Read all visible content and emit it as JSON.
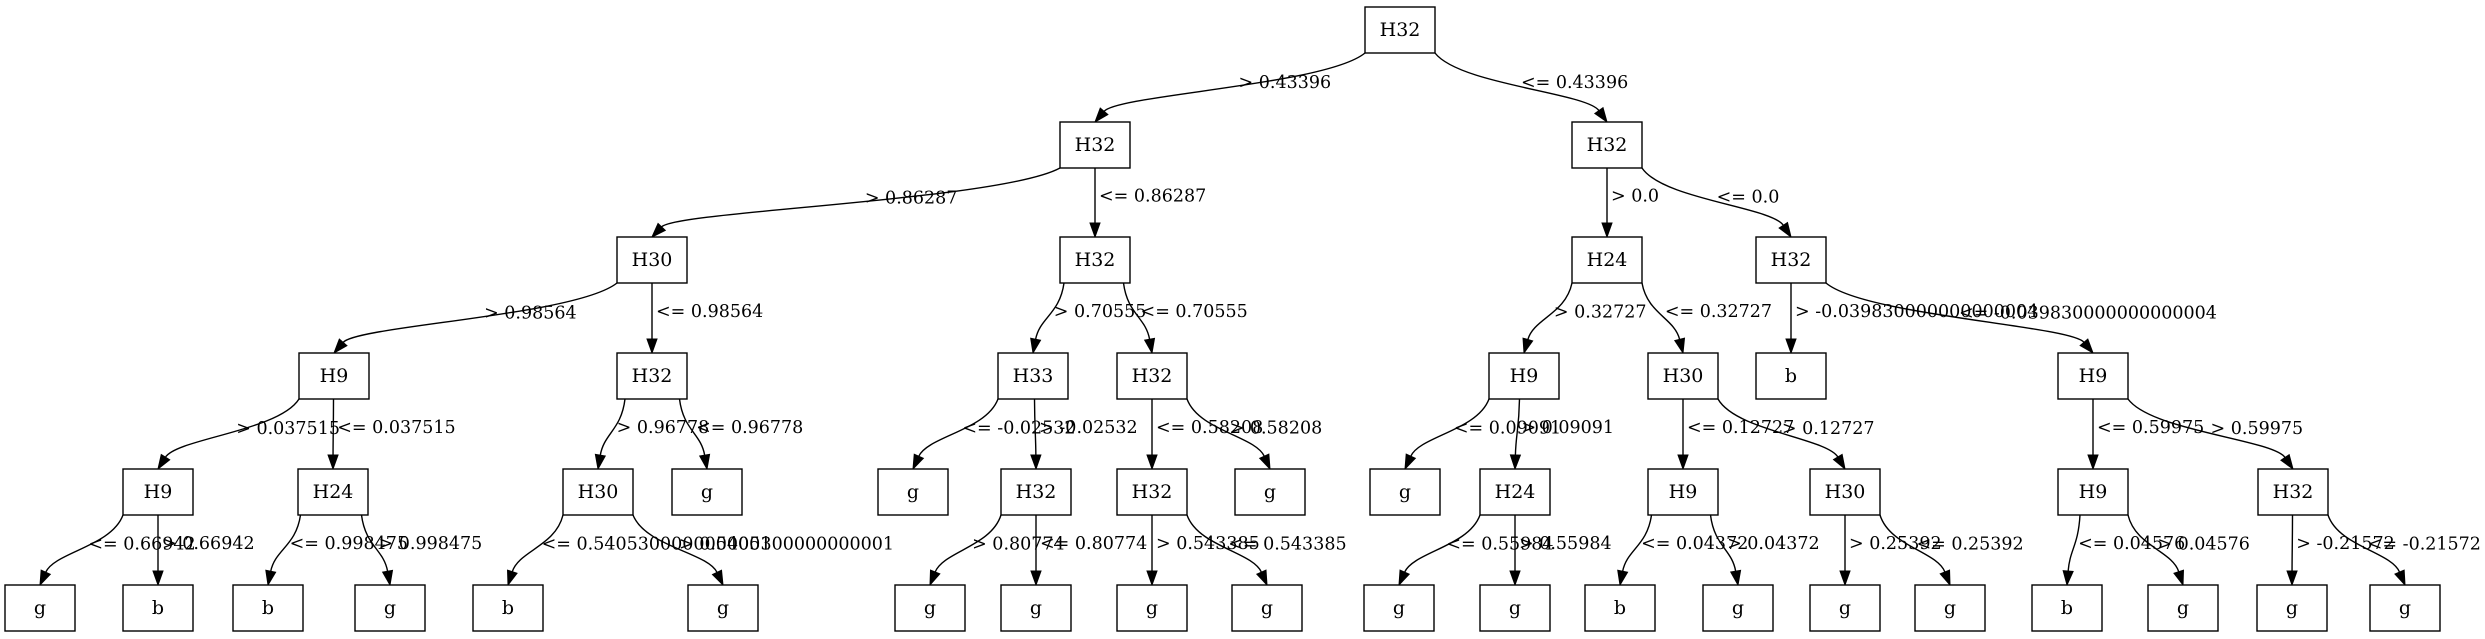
{
  "tree": {
    "nodes": [
      {
        "id": "n0",
        "label": "H32"
      },
      {
        "id": "n1",
        "label": "H32"
      },
      {
        "id": "n2",
        "label": "H32"
      },
      {
        "id": "n3",
        "label": "H30"
      },
      {
        "id": "n4",
        "label": "H32"
      },
      {
        "id": "n5",
        "label": "H24"
      },
      {
        "id": "n6",
        "label": "H32"
      },
      {
        "id": "n7",
        "label": "H9"
      },
      {
        "id": "n8",
        "label": "H32"
      },
      {
        "id": "n9",
        "label": "H33"
      },
      {
        "id": "n10",
        "label": "H32"
      },
      {
        "id": "n11",
        "label": "H9"
      },
      {
        "id": "n12",
        "label": "H30"
      },
      {
        "id": "n13",
        "label": "b"
      },
      {
        "id": "n14",
        "label": "H9"
      },
      {
        "id": "n15",
        "label": "H9"
      },
      {
        "id": "n16",
        "label": "H24"
      },
      {
        "id": "n17",
        "label": "H30"
      },
      {
        "id": "n18",
        "label": "g"
      },
      {
        "id": "n19",
        "label": "g"
      },
      {
        "id": "n20",
        "label": "H32"
      },
      {
        "id": "n21",
        "label": "H32"
      },
      {
        "id": "n22",
        "label": "g"
      },
      {
        "id": "n23",
        "label": "g"
      },
      {
        "id": "n24",
        "label": "H24"
      },
      {
        "id": "n25",
        "label": "H9"
      },
      {
        "id": "n26",
        "label": "H30"
      },
      {
        "id": "n27",
        "label": "H9"
      },
      {
        "id": "n28",
        "label": "H32"
      },
      {
        "id": "n29",
        "label": "g"
      },
      {
        "id": "n30",
        "label": "b"
      },
      {
        "id": "n31",
        "label": "b"
      },
      {
        "id": "n32",
        "label": "g"
      },
      {
        "id": "n33",
        "label": "b"
      },
      {
        "id": "n34",
        "label": "g"
      },
      {
        "id": "n35",
        "label": "g"
      },
      {
        "id": "n36",
        "label": "g"
      },
      {
        "id": "n37",
        "label": "g"
      },
      {
        "id": "n38",
        "label": "g"
      },
      {
        "id": "n39",
        "label": "g"
      },
      {
        "id": "n40",
        "label": "g"
      },
      {
        "id": "n41",
        "label": "b"
      },
      {
        "id": "n42",
        "label": "g"
      },
      {
        "id": "n43",
        "label": "g"
      },
      {
        "id": "n44",
        "label": "g"
      },
      {
        "id": "n45",
        "label": "b"
      },
      {
        "id": "n46",
        "label": "g"
      },
      {
        "id": "n47",
        "label": "g"
      },
      {
        "id": "n48",
        "label": "g"
      }
    ],
    "edges": [
      {
        "from": "n0",
        "to": "n1",
        "label": "> 0.43396"
      },
      {
        "from": "n0",
        "to": "n2",
        "label": "<= 0.43396"
      },
      {
        "from": "n1",
        "to": "n3",
        "label": "> 0.86287"
      },
      {
        "from": "n1",
        "to": "n4",
        "label": "<= 0.86287"
      },
      {
        "from": "n2",
        "to": "n5",
        "label": "> 0.0"
      },
      {
        "from": "n2",
        "to": "n6",
        "label": "<= 0.0"
      },
      {
        "from": "n3",
        "to": "n7",
        "label": "> 0.98564"
      },
      {
        "from": "n3",
        "to": "n8",
        "label": "<= 0.98564"
      },
      {
        "from": "n4",
        "to": "n9",
        "label": "> 0.70555"
      },
      {
        "from": "n4",
        "to": "n10",
        "label": "<= 0.70555"
      },
      {
        "from": "n5",
        "to": "n11",
        "label": "> 0.32727"
      },
      {
        "from": "n5",
        "to": "n12",
        "label": "<= 0.32727"
      },
      {
        "from": "n6",
        "to": "n13",
        "label": "> -0.039830000000000004"
      },
      {
        "from": "n6",
        "to": "n14",
        "label": "<= -0.039830000000000004"
      },
      {
        "from": "n7",
        "to": "n15",
        "label": "> 0.037515"
      },
      {
        "from": "n7",
        "to": "n16",
        "label": "<= 0.037515"
      },
      {
        "from": "n8",
        "to": "n17",
        "label": "> 0.96778"
      },
      {
        "from": "n8",
        "to": "n18",
        "label": "<= 0.96778"
      },
      {
        "from": "n9",
        "to": "n19",
        "label": "<= -0.02532"
      },
      {
        "from": "n9",
        "to": "n20",
        "label": "> -0.02532"
      },
      {
        "from": "n10",
        "to": "n21",
        "label": "<= 0.58208"
      },
      {
        "from": "n10",
        "to": "n22",
        "label": "> 0.58208"
      },
      {
        "from": "n11",
        "to": "n23",
        "label": "<= 0.09091"
      },
      {
        "from": "n11",
        "to": "n24",
        "label": "> 0.09091"
      },
      {
        "from": "n12",
        "to": "n25",
        "label": "<= 0.12727"
      },
      {
        "from": "n12",
        "to": "n26",
        "label": "> 0.12727"
      },
      {
        "from": "n14",
        "to": "n27",
        "label": "<= 0.59975"
      },
      {
        "from": "n14",
        "to": "n28",
        "label": "> 0.59975"
      },
      {
        "from": "n15",
        "to": "n29",
        "label": "<= 0.66942"
      },
      {
        "from": "n15",
        "to": "n30",
        "label": "> 0.66942"
      },
      {
        "from": "n16",
        "to": "n31",
        "label": "<= 0.998475"
      },
      {
        "from": "n16",
        "to": "n32",
        "label": "> 0.998475"
      },
      {
        "from": "n17",
        "to": "n33",
        "label": "<= 0.5405300000000001"
      },
      {
        "from": "n17",
        "to": "n34",
        "label": "> 0.5405300000000001"
      },
      {
        "from": "n20",
        "to": "n35",
        "label": "> 0.80774"
      },
      {
        "from": "n20",
        "to": "n36",
        "label": "<= 0.80774"
      },
      {
        "from": "n21",
        "to": "n37",
        "label": "> 0.543385"
      },
      {
        "from": "n21",
        "to": "n38",
        "label": "<= 0.543385"
      },
      {
        "from": "n24",
        "to": "n39",
        "label": "<= 0.55984"
      },
      {
        "from": "n24",
        "to": "n40",
        "label": "> 0.55984"
      },
      {
        "from": "n25",
        "to": "n41",
        "label": "<= 0.04372"
      },
      {
        "from": "n25",
        "to": "n42",
        "label": "> 0.04372"
      },
      {
        "from": "n26",
        "to": "n43",
        "label": "> 0.25392"
      },
      {
        "from": "n26",
        "to": "n44",
        "label": "<= 0.25392"
      },
      {
        "from": "n27",
        "to": "n45",
        "label": "<= 0.04576"
      },
      {
        "from": "n27",
        "to": "n46",
        "label": "> 0.04576"
      },
      {
        "from": "n28",
        "to": "n47",
        "label": "> -0.21572"
      },
      {
        "from": "n28",
        "to": "n48",
        "label": "<= -0.21572"
      }
    ]
  }
}
